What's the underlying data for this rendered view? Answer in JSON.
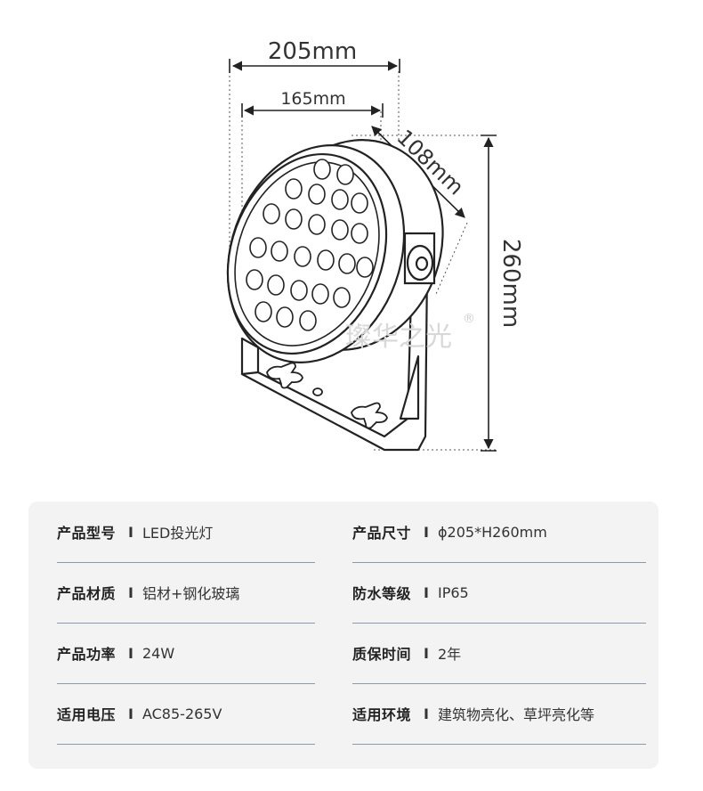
{
  "dimensions": {
    "width_outer": "205mm",
    "width_inner": "165mm",
    "depth": "108mm",
    "height": "260mm"
  },
  "watermark": {
    "text": "璨华之光",
    "mark": "®"
  },
  "specs": [
    {
      "label": "产品型号",
      "separator": "I",
      "value": "LED投光灯"
    },
    {
      "label": "产品尺寸",
      "separator": "I",
      "value": "ϕ205*H260mm"
    },
    {
      "label": "产品材质",
      "separator": "I",
      "value": "铝材+钢化玻璃"
    },
    {
      "label": "防水等级",
      "separator": "I",
      "value": "IP65"
    },
    {
      "label": "产品功率",
      "separator": "I",
      "value": "24W"
    },
    {
      "label": "质保时间",
      "separator": "I",
      "value": "2年"
    },
    {
      "label": "适用电压",
      "separator": "I",
      "value": "AC85-265V"
    },
    {
      "label": "适用环境",
      "separator": "I",
      "value": "建筑物亮化、草坪亮化等"
    }
  ],
  "colors": {
    "line": "#333333",
    "panel": "#f3f3f3",
    "divider": "#8a99ab"
  }
}
